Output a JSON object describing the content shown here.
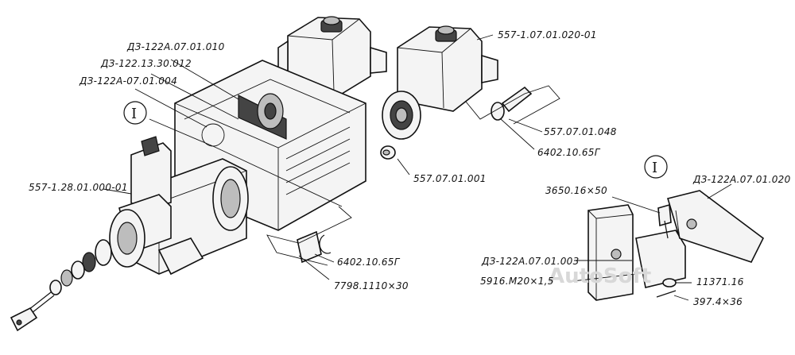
{
  "labels": {
    "l1": "ДЗ-122А.07.01.010",
    "l2": "ДЗ-122.13.30.012",
    "l3": "ДЗ-122А-07.01.004",
    "l4": "557-1.07.01.020-01",
    "l5": "557.07.01.048",
    "l6": "6402.10.65Г",
    "l7": "557.07.01.001",
    "l8": "557-1.28.01.000-01",
    "l9": "6402.10.65Г",
    "l10": "7798.1110×30",
    "l11": "3650.16×50",
    "l12": "ДЗ-122А.07.01.020",
    "l13": "ДЗ-122А.07.01.003",
    "l14": "5916.М20×1,5",
    "l15": "11371.16",
    "l16": "397.4×36"
  },
  "callouts": {
    "c1": "I",
    "c2": "I"
  },
  "watermark": "AutoSoft"
}
